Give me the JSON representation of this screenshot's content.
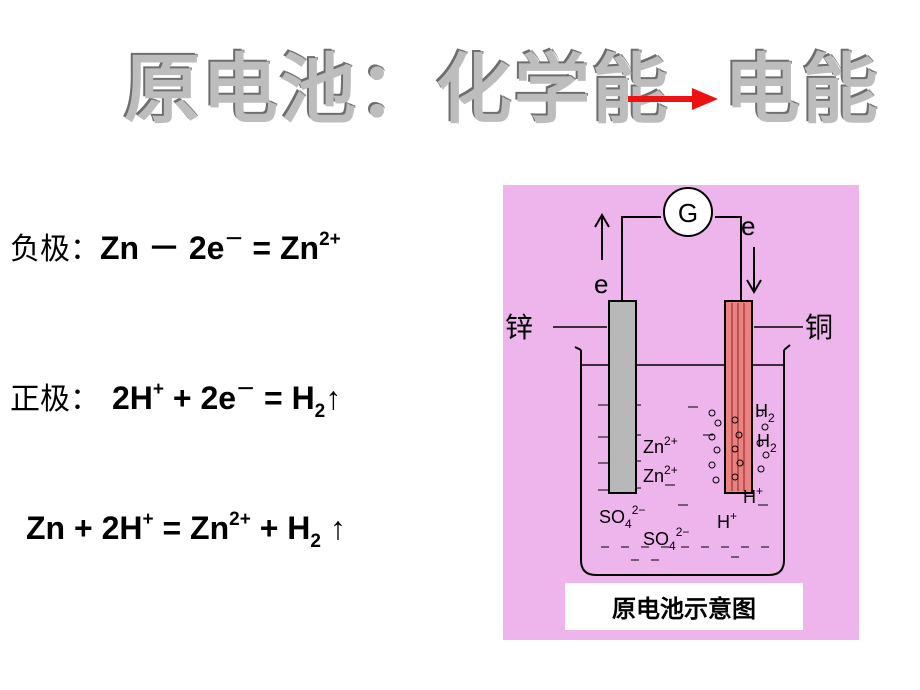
{
  "title": {
    "left": "原电池：化学能",
    "right": "电能",
    "arrow_color": "#ee1111"
  },
  "equations": {
    "negative": {
      "label": "负极：",
      "lhs": "Zn － 2e",
      "e_sup": "－",
      "rhs": " = Zn",
      "rhs_sup": "2+"
    },
    "positive": {
      "label": "正极：",
      "p1": "2H",
      "p1_sup": "+",
      "p2": " + 2e",
      "p2_sup": "－",
      "p3": " = H",
      "p3_sub": "2",
      "p4": "↑"
    },
    "total": {
      "p1": "Zn + 2H",
      "p1_sup": "+",
      "p2": " = Zn",
      "p2_sup": "2+",
      "p3": " + H",
      "p3_sub": "2",
      "p4": " ↑"
    }
  },
  "diagram": {
    "galvanometer": "G",
    "electron_left": "e",
    "electron_right": "e",
    "zinc_label": "锌",
    "copper_label": "铜",
    "ions": {
      "zn_a": "Zn",
      "zn_a_sup": "2+",
      "zn_b": "Zn",
      "zn_b_sup": "2+",
      "so4_a": "SO",
      "so4_a_sub": "4",
      "so4_a_sup": "2−",
      "so4_b": "SO",
      "so4_b_sub": "4",
      "so4_b_sup": "2−",
      "h_a": "H",
      "h_a_sup": "+",
      "h_b": "H",
      "h_b_sup": "+",
      "h2_a": "H",
      "h2_a_sub": "2",
      "h2_b": "H",
      "h2_b_sub": "2"
    },
    "caption": "原电池示意图",
    "colors": {
      "background": "#eeb5ec",
      "zinc": "#b8b8b8",
      "copper": "#ee8080"
    }
  }
}
